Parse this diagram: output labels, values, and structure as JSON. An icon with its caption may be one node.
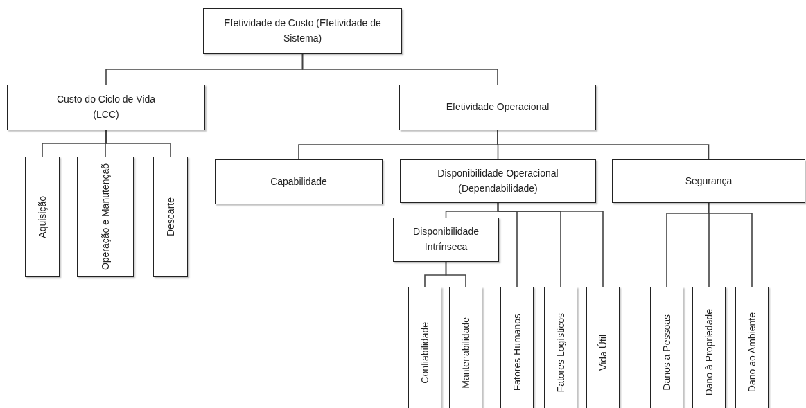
{
  "diagram": {
    "nodes": [
      {
        "text": [
          "Efetividade de Custo (Efetividade de Sistema)"
        ]
      },
      {
        "text": [
          "Custo do Ciclo de Vida (LCC)"
        ]
      },
      {
        "text": [
          "Efetividade Operacional"
        ]
      },
      {
        "text": [
          "Aquisição"
        ]
      },
      {
        "text": [
          "Operação e Manutençaõ"
        ]
      },
      {
        "text": [
          "Descarte"
        ]
      },
      {
        "text": [
          "Capabilidade"
        ]
      },
      {
        "text": [
          "Disponibilidade Operacional (Dependabilidade)"
        ]
      },
      {
        "text": [
          "Segurança"
        ]
      },
      {
        "text": [
          "Disponibilidade Intrínseca"
        ]
      },
      {
        "text": [
          "Confiabilidade"
        ]
      },
      {
        "text": [
          "Mantenabilidade"
        ]
      },
      {
        "text": [
          "Fatores Humanos"
        ]
      },
      {
        "text": [
          "Fatores Logísticos"
        ]
      },
      {
        "text": [
          "Vida Útil"
        ]
      },
      {
        "text": [
          "Danos a Pessoas"
        ]
      },
      {
        "text": [
          "Dano à Propriedade"
        ]
      },
      {
        "text": [
          "Dano ao Ambiente"
        ]
      }
    ],
    "edges": [
      {
        "from": 0,
        "to": 1,
        "arrow": "none"
      },
      {
        "from": 0,
        "to": 2,
        "arrow": "none"
      },
      {
        "from": 1,
        "to": 3,
        "arrow": "none"
      },
      {
        "from": 1,
        "to": 4,
        "arrow": "none"
      },
      {
        "from": 1,
        "to": 5,
        "arrow": "none"
      },
      {
        "from": 2,
        "to": 6,
        "arrow": "none"
      },
      {
        "from": 2,
        "to": 7,
        "arrow": "none"
      },
      {
        "from": 2,
        "to": 8,
        "arrow": "none"
      },
      {
        "from": 7,
        "to": 9,
        "arrow": "none"
      },
      {
        "from": 7,
        "to": 12,
        "arrow": "none"
      },
      {
        "from": 7,
        "to": 13,
        "arrow": "none"
      },
      {
        "from": 7,
        "to": 14,
        "arrow": "none"
      },
      {
        "from": 9,
        "to": 10,
        "arrow": "none"
      },
      {
        "from": 9,
        "to": 11,
        "arrow": "none"
      },
      {
        "from": 8,
        "to": 15,
        "arrow": "none"
      },
      {
        "from": 8,
        "to": 16,
        "arrow": "none"
      },
      {
        "from": 8,
        "to": 17,
        "arrow": "none"
      }
    ]
  }
}
